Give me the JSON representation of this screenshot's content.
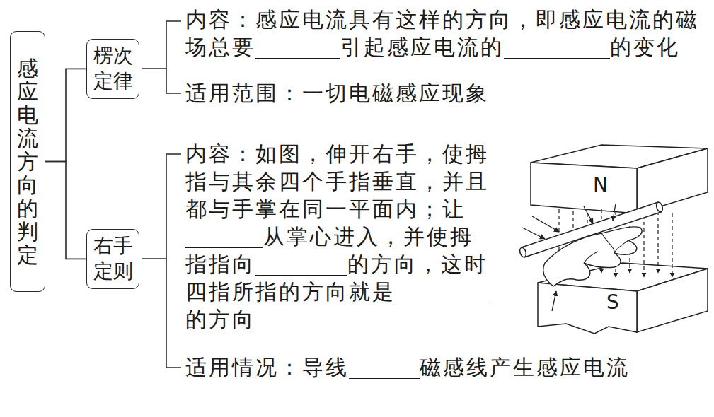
{
  "diagram": {
    "nodes": [
      {
        "text": [
          "感应电流方向的判定"
        ]
      },
      {
        "text": [
          "楞次定律"
        ]
      },
      {
        "text": [
          "右手定则"
        ]
      }
    ],
    "edges": [
      {
        "from": 0,
        "to": 1,
        "arrow": "none"
      },
      {
        "from": 0,
        "to": 2,
        "arrow": "none"
      }
    ],
    "labels": [
      "内容：感应电流具有这样的方向，即感应电流的磁场总要",
      "引起感应电流的",
      "的变化",
      "适用范围：一切电磁感应现象",
      "内容：如图，伸开右手，使拇指与其余四个手指垂直，并且都与手掌在同一平面内；让",
      "从掌心进入，并使拇指指向",
      "的方向，这时四指所指的方向就是",
      "的方向",
      "适用情况：导线",
      "磁感线产生感应电流",
      "N",
      "S"
    ]
  }
}
